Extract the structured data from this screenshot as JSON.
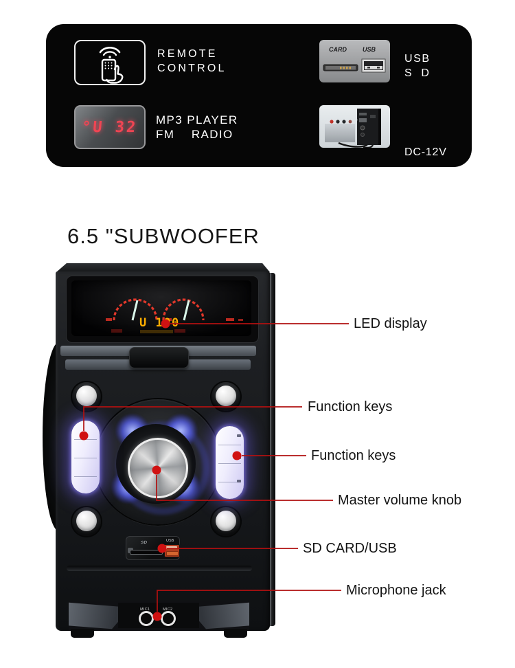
{
  "banner": {
    "features": [
      {
        "name": "remote-control",
        "line1": "REMOTE",
        "line2": "CONTROL"
      },
      {
        "name": "mp3-player",
        "line1": "MP3 PLAYER",
        "line2": "FM    RADIO",
        "display_value": "°U 32"
      },
      {
        "name": "usb-sd",
        "line1": "USB",
        "line2": "S  D",
        "card_label": "CARD",
        "usb_label": "USB"
      },
      {
        "name": "dc-power",
        "line1": "DC-12V"
      }
    ]
  },
  "title": "6.5 \"SUBWOOFER",
  "speaker": {
    "led_display_value": "U 100",
    "sd_label": "SD",
    "usb_label": "USB",
    "mic1_label": "MIC1",
    "mic2_label": "MIC2"
  },
  "callouts": [
    {
      "label": "LED display"
    },
    {
      "label": "Function keys"
    },
    {
      "label": "Function keys"
    },
    {
      "label": "Master volume knob"
    },
    {
      "label": "SD CARD/USB"
    },
    {
      "label": "Microphone jack"
    }
  ],
  "colors": {
    "callout_line": "#b11010",
    "callout_dot": "#d01212",
    "banner_bg": "#060606",
    "led_amber": "#ffae00",
    "mp3_digit_red": "#ef4553",
    "glow_purple": "#8d7bff",
    "usb_port_orange": "#b03c1d"
  }
}
